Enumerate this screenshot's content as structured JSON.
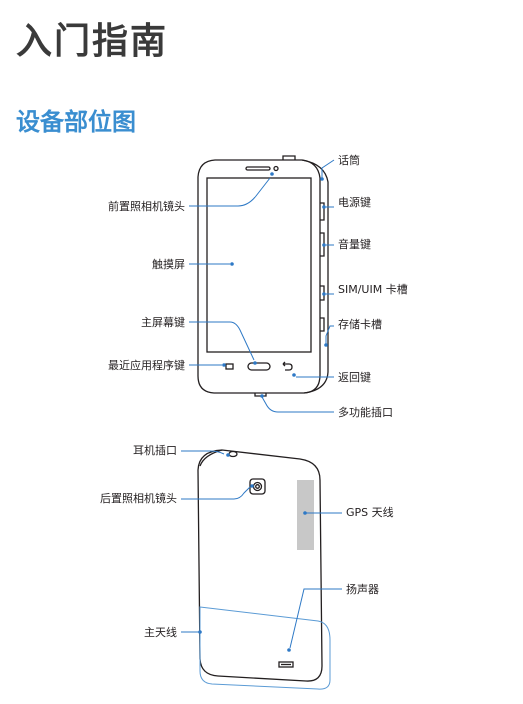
{
  "colors": {
    "title": "#3a3a3a",
    "section_title": "#3a8ed0",
    "callout_line": "#2e79c6",
    "device_outline": "#231f20",
    "antenna_region": "#5b9bd5",
    "gps_antenna_fill": "#c8c8c8"
  },
  "page": {
    "title": "入门指南",
    "section_title": "设备部位图"
  },
  "front_view": {
    "labels": {
      "earpiece": "话筒",
      "front_camera": "前置照相机镜头",
      "power_key": "电源键",
      "volume_key": "音量键",
      "touch_screen": "触摸屏",
      "sim_slot": "SIM/UIM 卡槽",
      "home_key": "主屏幕键",
      "memory_card_slot": "存储卡槽",
      "recent_apps_key": "最近应用程序键",
      "back_key": "返回键",
      "multipurpose_jack": "多功能插口"
    }
  },
  "back_view": {
    "labels": {
      "headset_jack": "耳机插口",
      "rear_camera": "后置照相机镜头",
      "gps_antenna": "GPS 天线",
      "speaker": "扬声器",
      "main_antenna": "主天线"
    }
  }
}
